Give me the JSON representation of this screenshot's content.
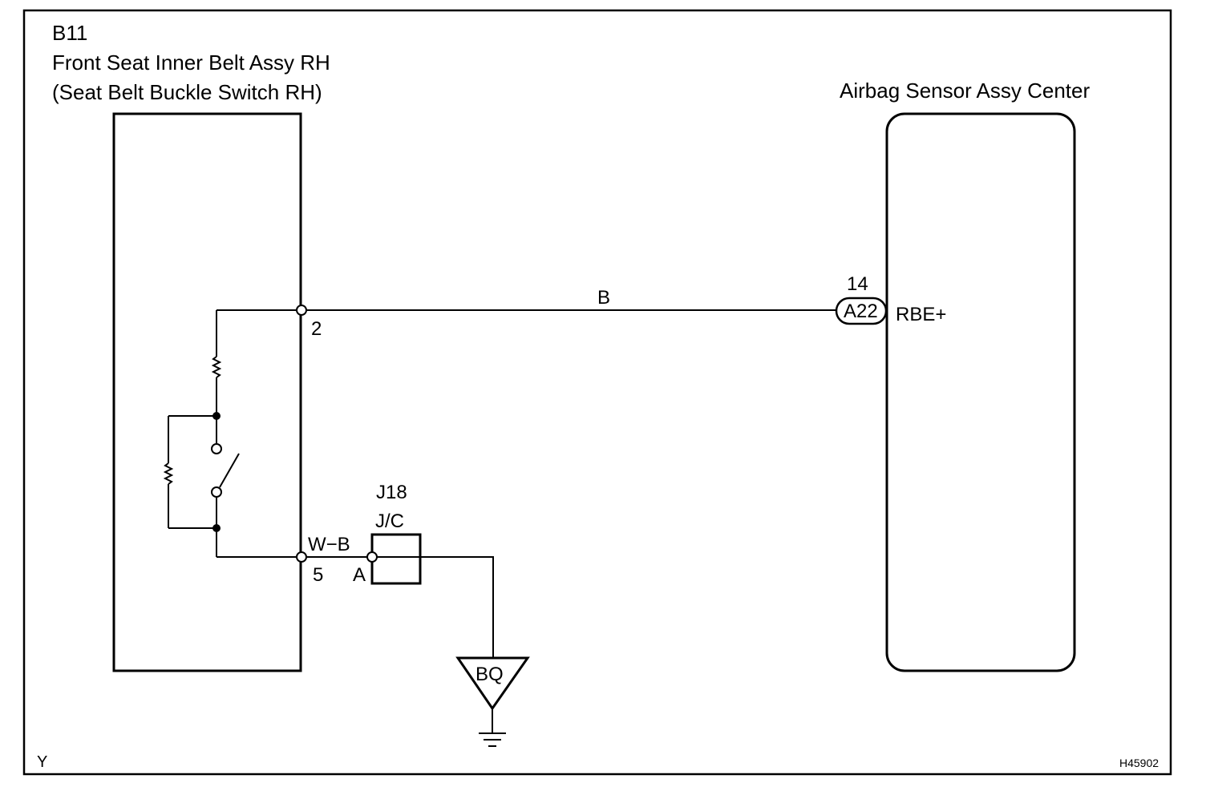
{
  "left_component": {
    "code": "B11",
    "name": "Front Seat Inner Belt Assy RH",
    "subname": "(Seat Belt Buckle Switch RH)",
    "pin_top": "2",
    "pin_bottom": "5"
  },
  "right_component": {
    "name": "Airbag Sensor Assy Center",
    "connector": "A22",
    "pin": "14",
    "terminal": "RBE+"
  },
  "wires": {
    "top_color": "B",
    "bottom_color": "W−B"
  },
  "junction": {
    "code": "J18",
    "type": "J/C",
    "pin": "A"
  },
  "ground": {
    "label": "BQ"
  },
  "corner_left": "Y",
  "figure_id": "H45902"
}
